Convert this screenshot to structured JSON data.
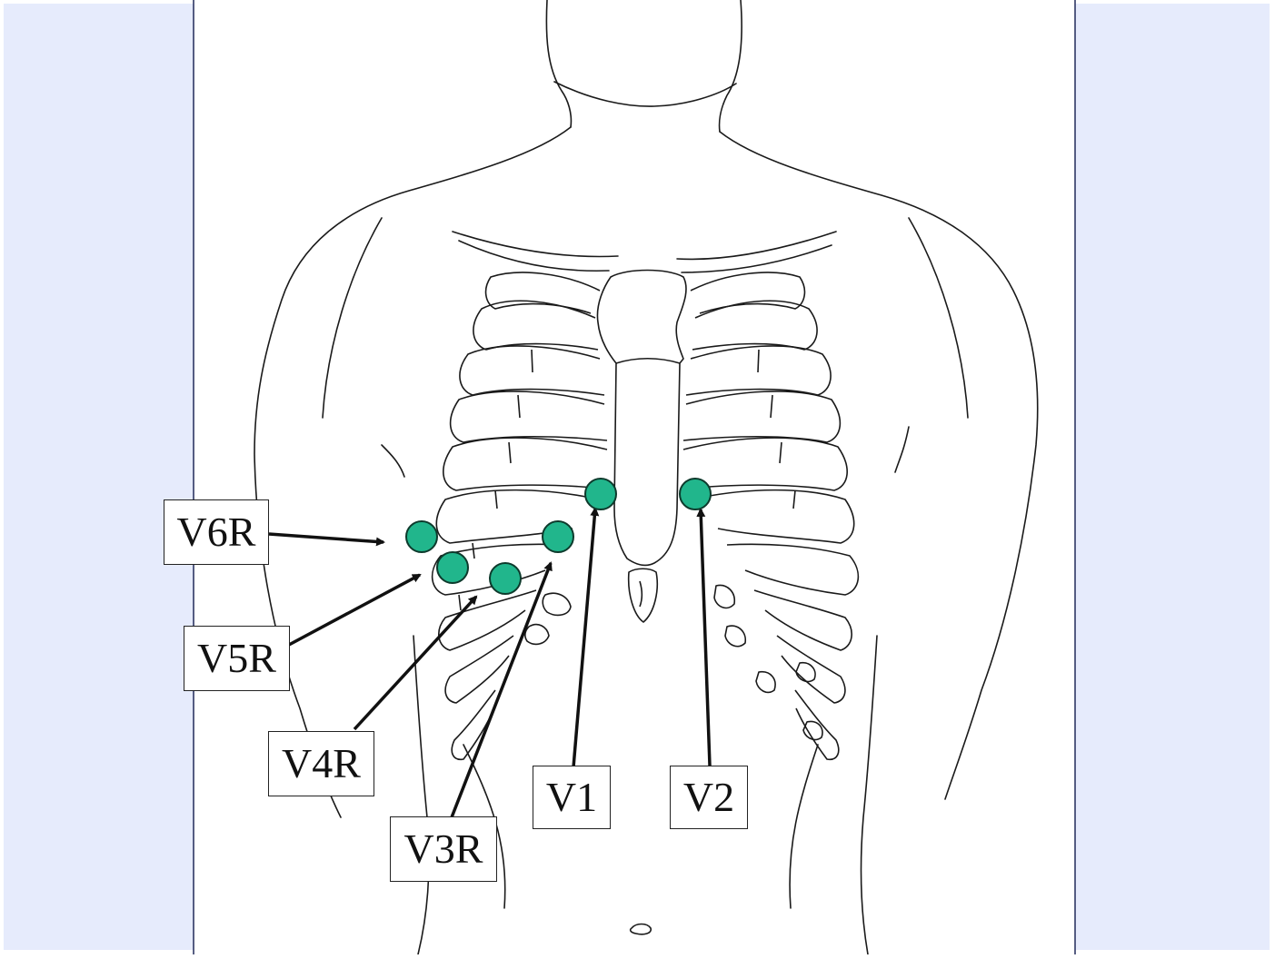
{
  "colors": {
    "side_panel": "#e6ebfc",
    "page_border": "#202a5a",
    "electrode": "#21b68c",
    "electrode_outline": "#0d3a2c",
    "line": "#1a1a1a"
  },
  "electrodes": [
    {
      "id": "V1",
      "label": "V1"
    },
    {
      "id": "V2",
      "label": "V2"
    },
    {
      "id": "V3R",
      "label": "V3R"
    },
    {
      "id": "V4R",
      "label": "V4R"
    },
    {
      "id": "V5R",
      "label": "V5R"
    },
    {
      "id": "V6R",
      "label": "V6R"
    }
  ]
}
